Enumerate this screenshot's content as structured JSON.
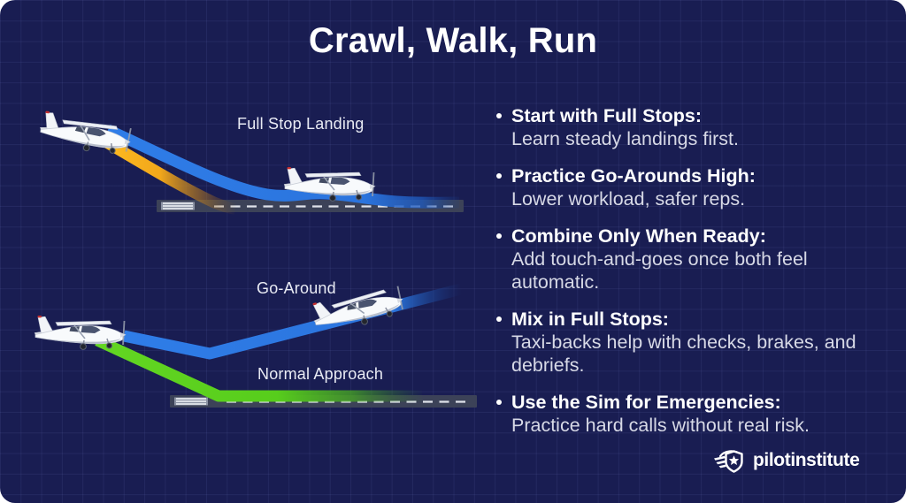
{
  "title": "Crawl, Walk, Run",
  "diagram_top": {
    "label": "Full Stop Landing"
  },
  "diagram_bottom": {
    "go_around_label": "Go-Around",
    "normal_approach_label": "Normal Approach"
  },
  "bullets": [
    {
      "heading": "Start with Full Stops:",
      "body": "Learn steady landings first."
    },
    {
      "heading": "Practice Go-Arounds High:",
      "body": "Lower workload, safer reps."
    },
    {
      "heading": "Combine Only When Ready:",
      "body": "Add touch-and-goes once both feel automatic."
    },
    {
      "heading": "Mix in Full Stops:",
      "body": "Taxi-backs help with checks, brakes, and debriefs."
    },
    {
      "heading": "Use the Sim for Emergencies:",
      "body": "Practice hard calls without real risk."
    }
  ],
  "logo": {
    "brand": "pilotinstitute"
  },
  "colors": {
    "bg": "#191d52",
    "grid": "rgba(130,142,220,0.10)",
    "path_blue": "#2f7de8",
    "path_green": "#57cd1c",
    "path_yellow": "#f2a71a",
    "runway": "#3c4258",
    "threshold": "#9aa1b2",
    "heading_text": "#ffffff",
    "body_text": "#d7d9e6"
  }
}
